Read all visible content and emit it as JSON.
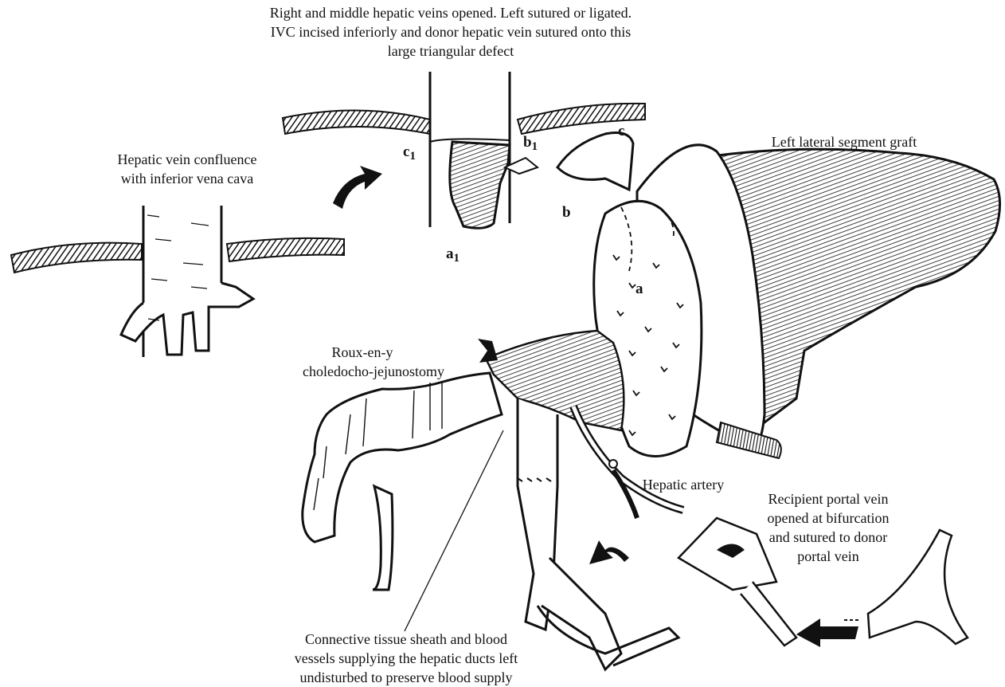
{
  "labels": {
    "top_lines": [
      "Right and middle hepatic veins opened. Left sutured or ligated.",
      "IVC incised inferiorly and donor hepatic vein sutured onto this",
      "large triangular defect"
    ],
    "confluence_lines": [
      "Hepatic vein confluence",
      "with inferior vena cava"
    ],
    "graft": "Left lateral segment graft",
    "roux_lines": [
      "Roux-en-y",
      "choledocho-jejunostomy"
    ],
    "artery": "Hepatic artery",
    "portal_lines": [
      "Recipient portal vein",
      "opened at bifurcation",
      "and sutured to donor",
      "portal vein"
    ],
    "sheath_lines": [
      "Connective tissue sheath and blood",
      "vessels supplying the hepatic ducts left",
      "undisturbed to preserve blood supply"
    ]
  },
  "markers": {
    "c1": {
      "letter": "c",
      "sub": "1"
    },
    "b1": {
      "letter": "b",
      "sub": "1"
    },
    "a1": {
      "letter": "a",
      "sub": "1"
    },
    "c": {
      "letter": "c",
      "sub": ""
    },
    "b": {
      "letter": "b",
      "sub": ""
    },
    "a": {
      "letter": "a",
      "sub": ""
    }
  },
  "colors": {
    "ink": "#111111",
    "paper": "#ffffff"
  }
}
